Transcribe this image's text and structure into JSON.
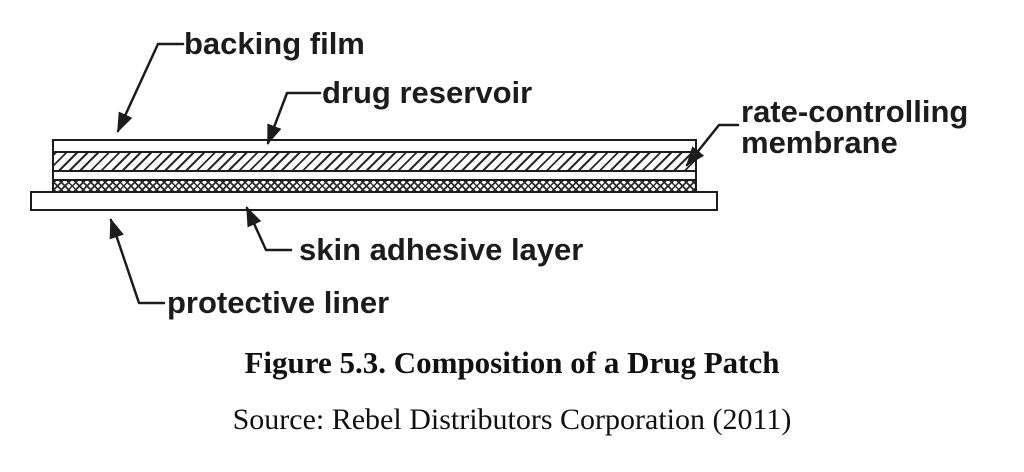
{
  "figure": {
    "caption": "Figure 5.3. Composition of a Drug Patch",
    "source": "Source: Rebel Distributors Corporation (2011)"
  },
  "labels": {
    "backing_film": "backing film",
    "drug_reservoir": "drug reservoir",
    "rate_controlling_line1": "rate-controlling",
    "rate_controlling_line2": "membrane",
    "skin_adhesive": "skin adhesive layer",
    "protective_liner": "protective liner"
  },
  "layers": {
    "backing_film": "backing film (top white layer)",
    "drug_reservoir": "drug reservoir (diagonal hatch layer)",
    "rate_controlling_membrane": "rate-controlling membrane (thin white layer)",
    "skin_adhesive_layer": "skin adhesive layer (cross-hatch layer)",
    "protective_liner": "protective liner (bottom wide white layer)"
  },
  "colors": {
    "ink": "#1c1c1c",
    "background": "#ffffff"
  }
}
